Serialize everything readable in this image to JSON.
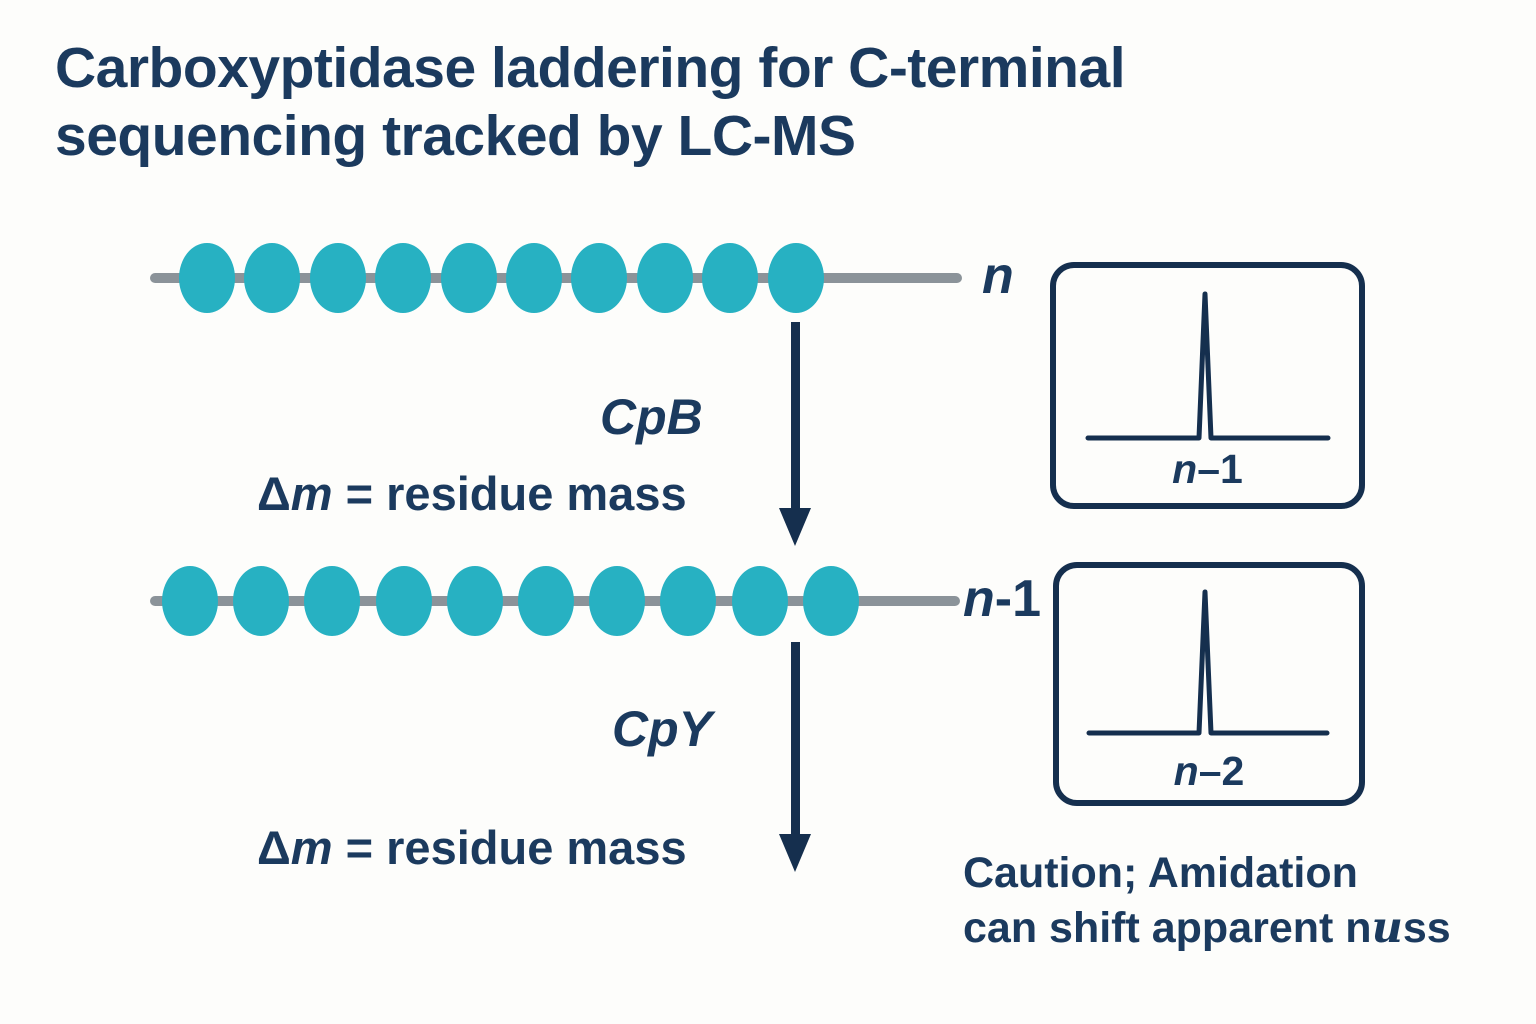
{
  "title": {
    "line1": "Carboxyptidase laddering for C-terminal",
    "line2": "sequencing tracked by LC-MS"
  },
  "chain1": {
    "bead_count": 10,
    "label_var": "n",
    "label_rest": ""
  },
  "chain2": {
    "bead_count": 10,
    "label_var": "n",
    "label_rest": "-1"
  },
  "step1": {
    "enzyme": "CpB",
    "delta_symbol": "Δ",
    "delta_var": "m",
    "delta_rest": " = residue mass"
  },
  "step2": {
    "enzyme": "CpY",
    "delta_symbol": "Δ",
    "delta_var": "m",
    "delta_rest": " = residue mass"
  },
  "spectra": [
    {
      "label_var": "n",
      "label_rest": "–1"
    },
    {
      "label_var": "n",
      "label_rest": "–2"
    }
  ],
  "caution": {
    "line1": "Caution; Amidation",
    "line2_pre": "can shift apparent n",
    "line2_italic": "u",
    "line2_post": "ss"
  },
  "colors": {
    "navy": "#1b3a5e",
    "shape": "#152f4e",
    "teal": "#27b1c2",
    "gray": "#8b9399",
    "bg": "#fdfdfb"
  }
}
